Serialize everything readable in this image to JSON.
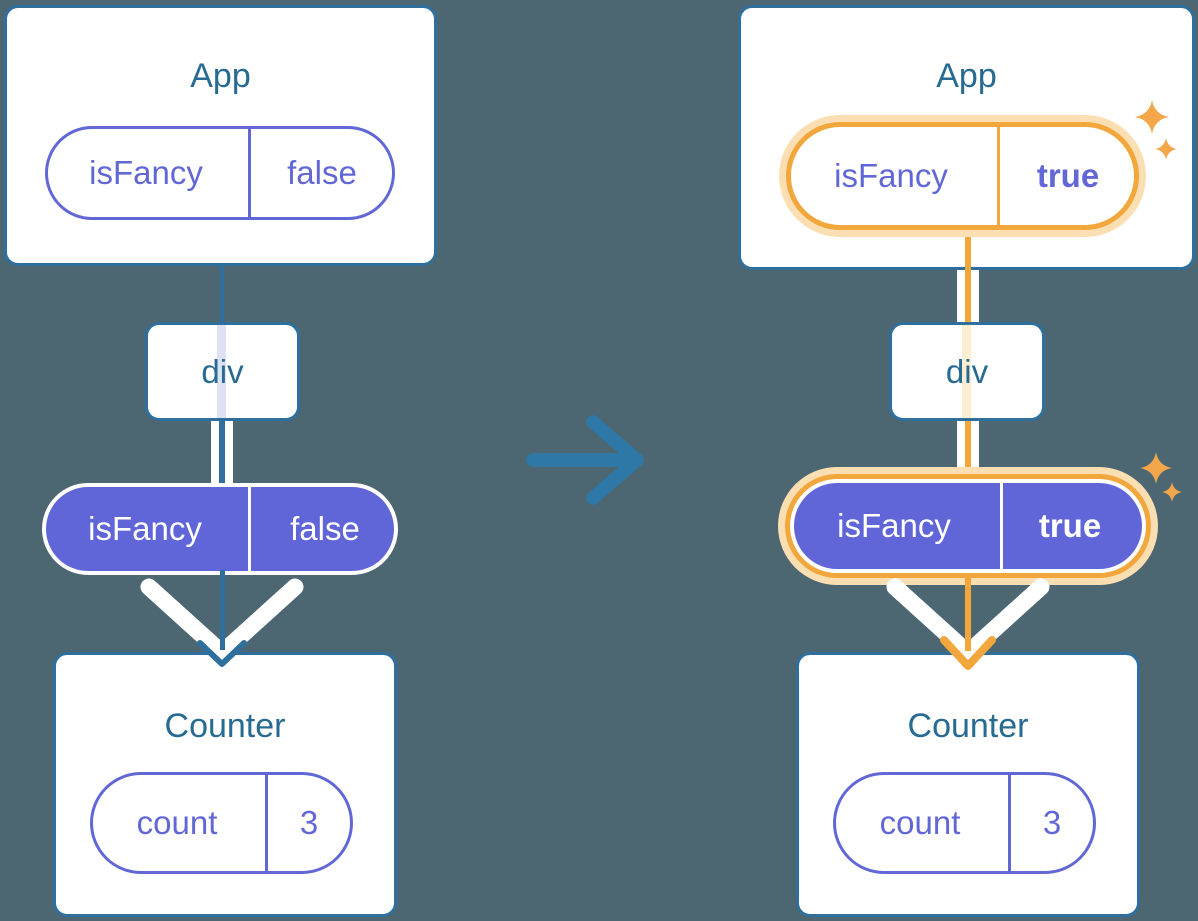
{
  "diagram": {
    "description": "Component tree diagram: passing the isFancy prop from App through div to Counter, before and after the prop changes from false to true",
    "colors": {
      "background": "#4C6672",
      "card_fill": "#FFFFFF",
      "line_blue": "#2E6F9E",
      "arrow_blue": "#2E78A8",
      "title_blue": "#276A92",
      "purple": "#6065D8",
      "purple_outline": "#6267D6",
      "lavender_trace": "#DCE2F4",
      "orange": "#F2A73D",
      "orange_halo": "#FBDFB2",
      "orange_trace": "#FCEDD3",
      "sparkle_orange": "#F3A64A",
      "white_flow": "#FFFFFF"
    },
    "icons": {
      "transition": "arrow-right-icon",
      "flow": "chevron-down-arrow-icon",
      "highlight": "sparkles-icon"
    },
    "before": {
      "root": {
        "title": "App",
        "prop": {
          "name": "isFancy",
          "value": "false"
        },
        "highlighted": false
      },
      "middle": {
        "title": "div"
      },
      "passed_prop": {
        "name": "isFancy",
        "value": "false",
        "highlighted": false
      },
      "leaf": {
        "title": "Counter",
        "state": {
          "name": "count",
          "value": "3"
        }
      }
    },
    "after": {
      "root": {
        "title": "App",
        "prop": {
          "name": "isFancy",
          "value": "true"
        },
        "highlighted": true
      },
      "middle": {
        "title": "div"
      },
      "passed_prop": {
        "name": "isFancy",
        "value": "true",
        "highlighted": true
      },
      "leaf": {
        "title": "Counter",
        "state": {
          "name": "count",
          "value": "3"
        }
      }
    }
  }
}
